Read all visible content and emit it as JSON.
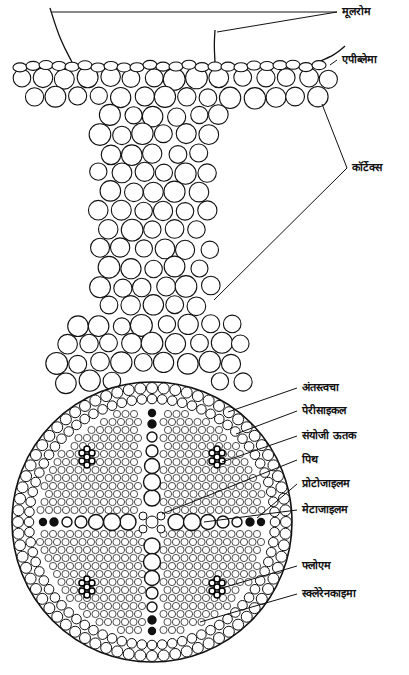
{
  "diagram": {
    "labels": [
      "मूलरोम",
      "एपीब्लेमा",
      "कॉर्टेक्स",
      "अंतस्त्वचा",
      "पेरीसाइकल",
      "संयोजी ऊतक",
      "पिथ",
      "प्रोटोजाइलम",
      "मेटाजाइलम",
      "फ्लोएम",
      "स्क्लेरेनकाइमा"
    ]
  }
}
